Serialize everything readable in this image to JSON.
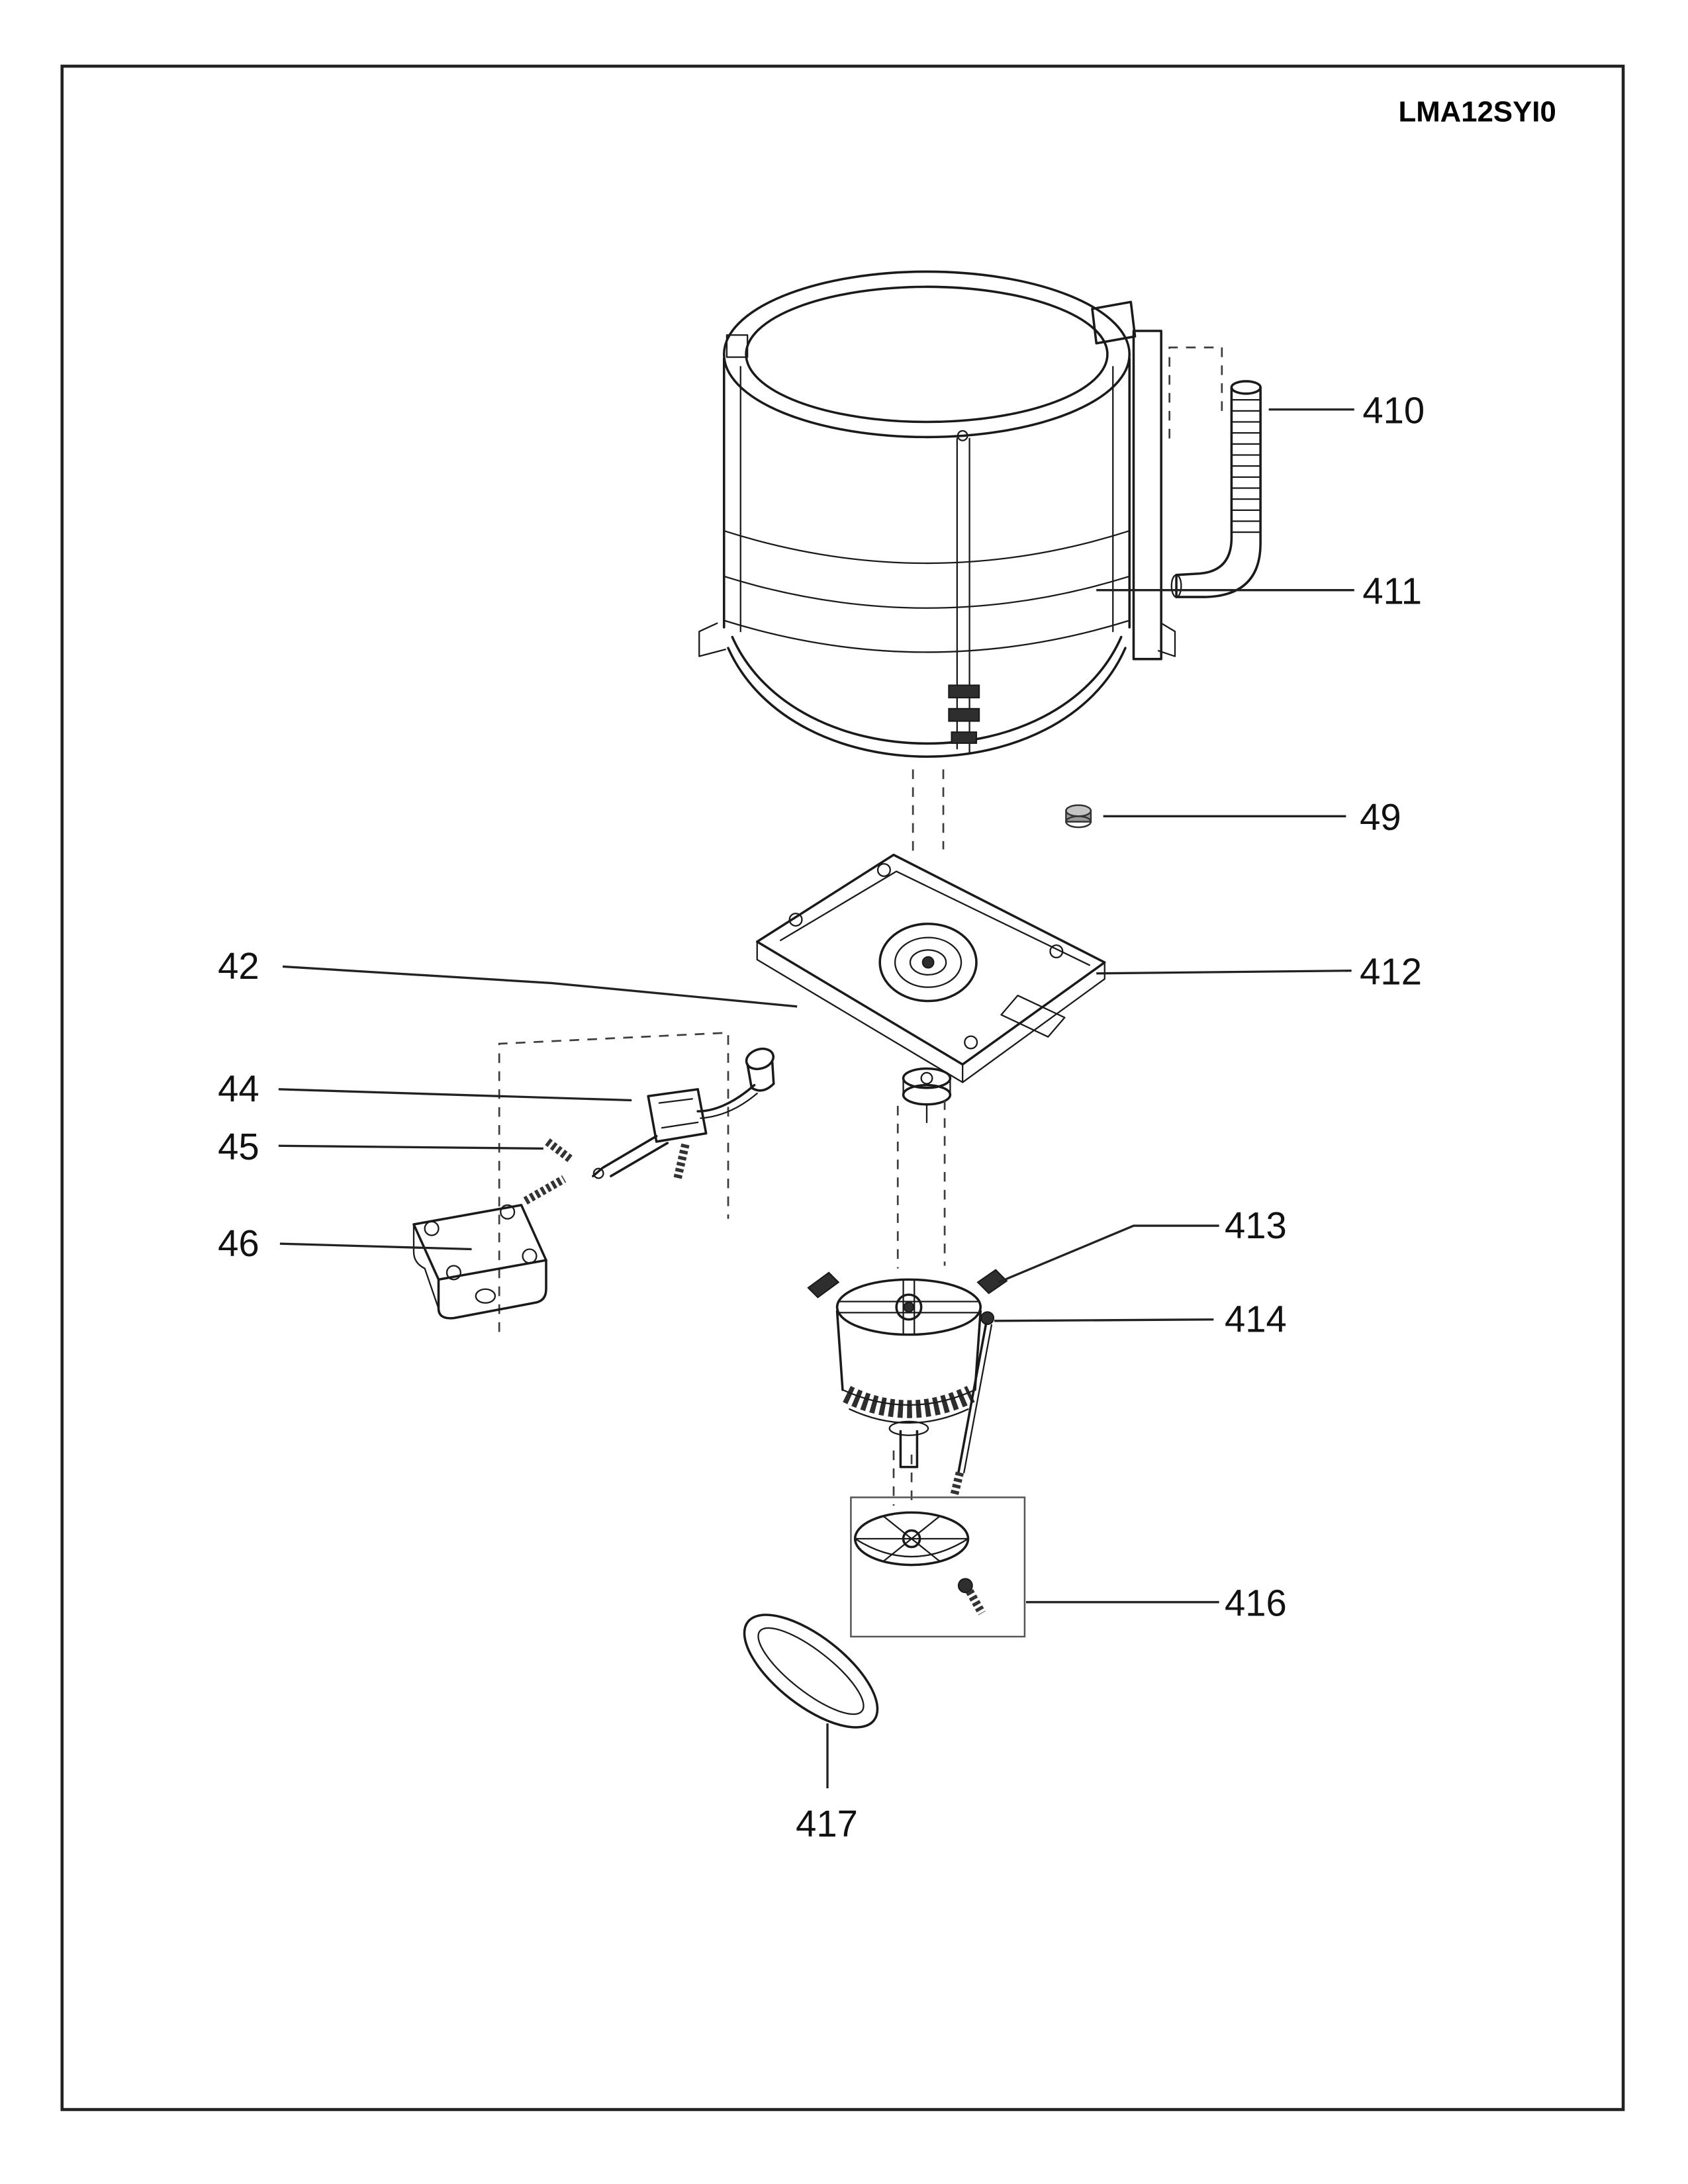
{
  "page": {
    "title": "LMA12SYI0",
    "background_color": "#ffffff",
    "line_color": "#1a1a1a"
  },
  "diagram": {
    "type": "exploded-parts-diagram",
    "labels": [
      {
        "part": "410"
      },
      {
        "part": "411"
      },
      {
        "part": "49"
      },
      {
        "part": "42"
      },
      {
        "part": "412"
      },
      {
        "part": "44"
      },
      {
        "part": "45"
      },
      {
        "part": "46"
      },
      {
        "part": "413"
      },
      {
        "part": "414"
      },
      {
        "part": "416"
      },
      {
        "part": "417"
      }
    ]
  }
}
